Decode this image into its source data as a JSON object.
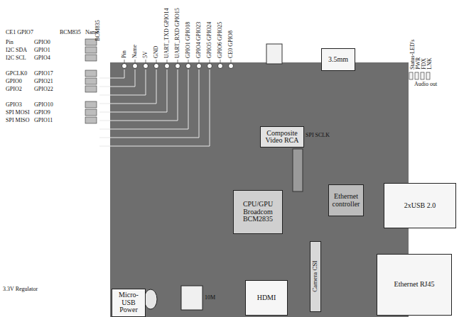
{
  "diagram": {
    "nodes": [
      {
        "text": [
          "CPU/GPU Broadcom BCM2835"
        ]
      },
      {
        "text": [
          "Composite Video RCA"
        ]
      },
      {
        "text": [
          "3.5mm"
        ]
      },
      {
        "text": [
          "Ethernet controller"
        ]
      },
      {
        "text": [
          "2xUSB 2.0"
        ]
      },
      {
        "text": [
          "Ethernet RJ45"
        ]
      },
      {
        "text": [
          "HDMI"
        ]
      },
      {
        "text": [
          "Micro-USB Power"
        ]
      },
      {
        "text": [
          "Camera CSI"
        ]
      }
    ],
    "labels": [
      "BCM835",
      "Pin",
      "Name",
      "5V",
      "GND",
      "UART_TXD GPIO14",
      "UART_RXD GPIO15",
      "GPIO1 GPIO18",
      "GPIO4 GPIO23",
      "GPIO5 GPIO24",
      "GPIO6 GPIO25",
      "CE0 GPIO8",
      "CE1 GPIO7",
      "BCM835",
      "Name",
      "Pin",
      "GPIO0",
      "I2C SDA",
      "GPIO1",
      "I2C SCL",
      "GPIO4",
      "GPCLK0",
      "GPIO17",
      "GPIO0",
      "GPIO21",
      "GPIO2",
      "GPIO22",
      "GPIO3",
      "GPIO10",
      "SPI MOSI",
      "GPIO9",
      "SPI MISO",
      "GPIO11",
      "SPI SCLK",
      "Audio out",
      "Status-LED's",
      "PWR",
      "FDX",
      "LNK",
      "10M",
      "3.3V Regulator"
    ]
  }
}
